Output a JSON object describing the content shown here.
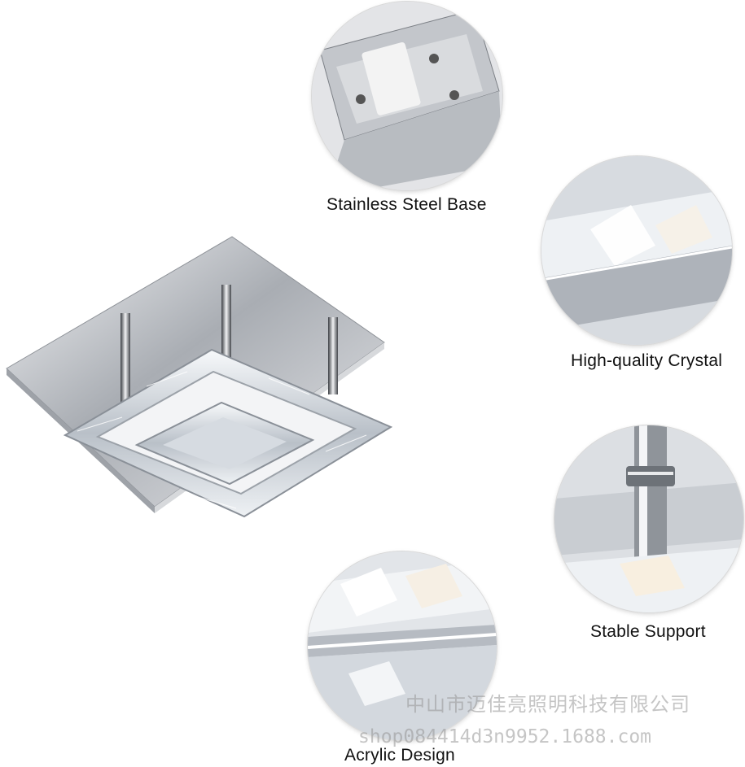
{
  "features": [
    {
      "id": "base",
      "label": "Stainless Steel Base"
    },
    {
      "id": "crystal",
      "label": "High-quality Crystal"
    },
    {
      "id": "support",
      "label": "Stable Support"
    },
    {
      "id": "acrylic",
      "label": "Acrylic Design"
    }
  ],
  "watermark": {
    "company": "中山市迈佳亮照明科技有限公司",
    "url": "shop084414d3n9952.1688.com"
  },
  "colors": {
    "steel": "#c9ccd1",
    "steel_dark": "#6e7278",
    "crystal": "#dfe6ee",
    "background": "#ffffff"
  }
}
